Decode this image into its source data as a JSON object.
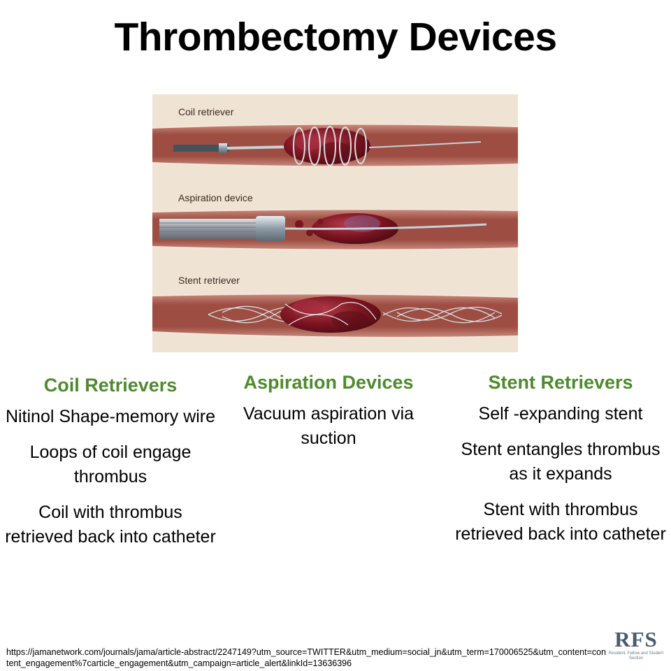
{
  "slide": {
    "title": "Thrombectomy Devices"
  },
  "figure": {
    "panels": [
      {
        "label": "Coil retriever"
      },
      {
        "label": "Aspiration device"
      },
      {
        "label": "Stent retriever"
      }
    ],
    "colors": {
      "background": "#efe3d3",
      "vessel": "#a8584c",
      "thrombus": "#7a1420"
    }
  },
  "columns": [
    {
      "heading": "Coil Retrievers",
      "items": [
        "Nitinol Shape-memory wire",
        "Loops of coil engage thrombus",
        "Coil with thrombus retrieved back into catheter"
      ]
    },
    {
      "heading": "Aspiration Devices",
      "items": [
        "Vacuum aspiration via suction"
      ]
    },
    {
      "heading": "Stent Retrievers",
      "items": [
        "Self -expanding stent",
        "Stent entangles thrombus as it expands",
        "Stent with thrombus retrieved back into catheter"
      ]
    }
  ],
  "source": {
    "url": "https://jamanetwork.com/journals/jama/article-abstract/2247149?utm_source=TWITTER&utm_medium=social_jn&utm_term=170006525&utm_content=content_engagement%7carticle_engagement&utm_campaign=article_alert&linkId=13636396"
  },
  "logo": {
    "mark": "RFS",
    "subtitle": "Resident, Fellow and Student Section"
  },
  "theme": {
    "heading_color": "#4f8a2f",
    "logo_color": "#4a5b6e"
  }
}
